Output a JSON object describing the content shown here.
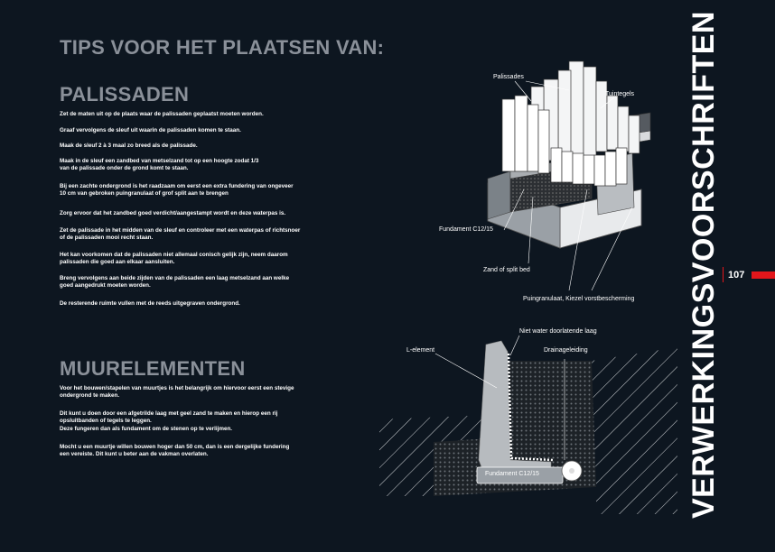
{
  "title": "TIPS VOOR HET PLAATSEN VAN:",
  "sections": [
    {
      "heading": "PALISSADEN",
      "paragraphs": [
        "Zet de maten uit op de plaats waar de palissaden geplaatst moeten worden.",
        "Graaf vervolgens de sleuf uit waarin de palissaden komen te staan.",
        "Maak de sleuf 2 à 3 maal zo breed als de palissade.",
        "Maak in de sleuf een zandbed van metselzand tot op een hoogte zodat 1/3\nvan de palissade onder de grond komt te staan.",
        "Bij een zachte ondergrond is het raadzaam om eerst  een extra  fundering van ongeveer\n10 cm van gebroken puingranulaat of grof split aan te brengen",
        "Zorg ervoor dat het zandbed goed verdicht/aangestampt wordt en deze waterpas is.",
        "Zet de palissade in het midden van de sleuf en controleer met een waterpas of richtsnoer\nof de palissaden mooi recht staan.",
        "Het kan voorkomen dat de palissaden niet allemaal conisch gelijk zijn, neem daarom\npalissaden die goed aan elkaar aansluiten.",
        "Breng vervolgens aan beide zijden van de palissaden een laag metselzand aan welke\ngoed aangedrukt moeten worden.",
        "De resterende ruimte vullen met de reeds uitgegraven ondergrond."
      ]
    },
    {
      "heading": "MUURELEMENTEN",
      "paragraphs": [
        "Voor het bouwen/stapelen van muurtjes is het belangrijk om hiervoor eerst een stevige\nondergrond te maken.",
        "Dit kunt u doen door een afgetrilde laag met geel zand te maken en hierop een rij\nopsluitbanden of tegels te leggen.\nDeze fungeren dan als fundament om de stenen op te verlijmen.",
        "Mocht u een muurtje willen bouwen hoger dan 50 cm, dan is een dergelijke fundering\neen vereiste. Dit kunt u beter aan de vakman overlaten."
      ]
    }
  ],
  "diagram_palissaden": {
    "labels": {
      "palissades": "Palissades",
      "tuintegels": "Tuintegels",
      "fundament": "Fundament C12/15",
      "zand": "Zand of split bed",
      "puin": "Puingranulaat, Kiezel vorstbescherming"
    }
  },
  "diagram_muur": {
    "labels": {
      "niet_water": "Niet water doorlatende laag",
      "l_element": "L-element",
      "drainage": "Drainageleiding",
      "fundament": "Fundament C12/15"
    }
  },
  "side_title": "VERWERKINGSVOORSCHRIFTEN",
  "page_number": "107",
  "colors": {
    "background": "#0d1620",
    "heading": "#8a9099",
    "accent": "#e3161b"
  }
}
